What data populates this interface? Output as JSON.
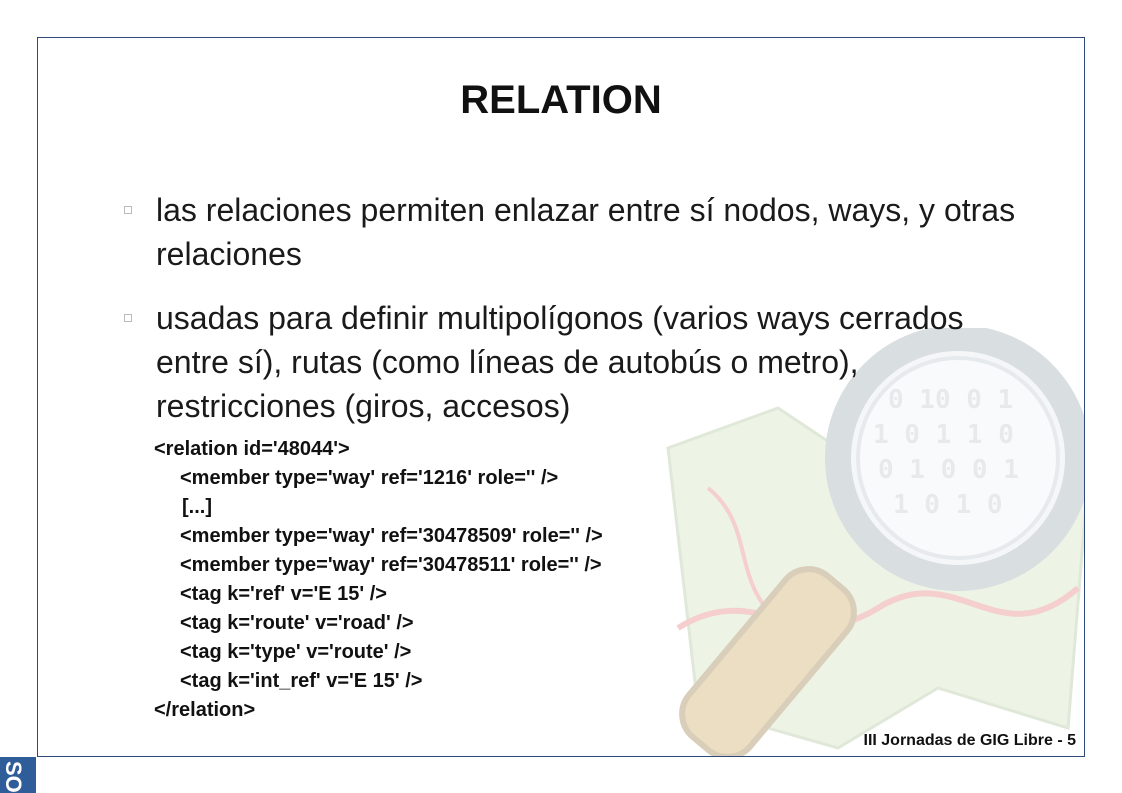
{
  "slide": {
    "title": "RELATION",
    "bullets": [
      "las relaciones permiten enlazar entre sí nodos, ways, y otras relaciones",
      "usadas para definir multipolígonos (varios ways cerrados entre sí), rutas (como líneas de autobús o metro), restricciones (giros, accesos)"
    ],
    "code_lines": [
      "<relation id='48044'>",
      "<member type='way' ref='1216' role='' />",
      "[...]",
      "<member type='way' ref='30478509' role='' />",
      "<member type='way' ref='30478511' role='' />",
      "<tag k='ref' v='E 15' />",
      "<tag k='route' v='road' />",
      "<tag k='type' v='route' />",
      "<tag k='int_ref' v='E 15' />",
      "</relation>"
    ],
    "footer": "III Jornadas de GIG Libre - 5",
    "corner_label": "SO"
  },
  "colors": {
    "frame": "#2f4a78",
    "corner_tab": "#2f5d9a",
    "text": "#1a1a1a"
  },
  "icons": [
    "openstreetmap-magnifier-logo",
    "bullet-square-icon"
  ]
}
